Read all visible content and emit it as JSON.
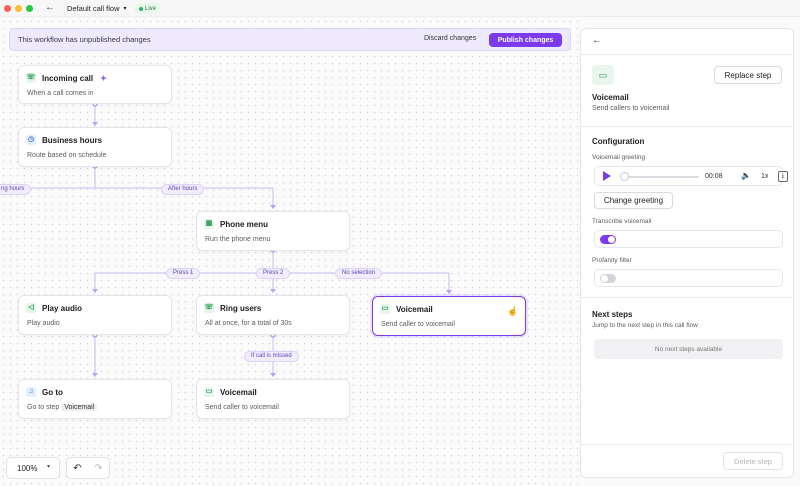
{
  "window": {
    "flow_name": "Default call flow",
    "flow_chevron": "▾",
    "status_badge": "Live",
    "back_icon": "←",
    "dot_colors": [
      "#ff5f57",
      "#febc2e",
      "#28c840"
    ]
  },
  "banner": {
    "message": "This workflow has unpublished changes",
    "discard_label": "Discard changes",
    "publish_label": "Publish changes"
  },
  "nodes": {
    "incoming": {
      "title": "Incoming call",
      "subtitle": "When a call comes in",
      "icon": "phone-incoming-icon",
      "glyph": "☏"
    },
    "hours": {
      "title": "Business hours",
      "subtitle": "Route based on schedule",
      "icon": "clock-icon",
      "glyph": "◷"
    },
    "menu": {
      "title": "Phone menu",
      "subtitle": "Run the phone menu",
      "icon": "keypad-icon",
      "glyph": "▦"
    },
    "play": {
      "title": "Play audio",
      "subtitle": "Play audio",
      "icon": "speaker-icon",
      "glyph": "◁"
    },
    "ring": {
      "title": "Ring users",
      "subtitle": "All at once, for a total of 30s",
      "icon": "phone-ring-icon",
      "glyph": "☏"
    },
    "voicemail_selected": {
      "title": "Voicemail",
      "subtitle": "Send caller to voicemail",
      "icon": "voicemail-icon",
      "glyph": "▭"
    },
    "goto": {
      "title": "Go to",
      "subtitle_prefix": "Go to step",
      "subtitle_chip": "Voicemail",
      "icon": "music-note-icon",
      "glyph": "♫"
    },
    "voicemail2": {
      "title": "Voicemail",
      "subtitle": "Send caller to voicemail",
      "icon": "voicemail-icon",
      "glyph": "▭"
    }
  },
  "edge_labels": {
    "during_hours": "ng hours",
    "after_hours": "After hours",
    "press1": "Press 1",
    "press2": "Press 2",
    "no_selection": "No selection",
    "missed": "If call is missed"
  },
  "canvas_controls": {
    "zoom": "100%",
    "zoom_chevron": "▾",
    "undo_icon": "↶",
    "redo_icon": "↷"
  },
  "panel": {
    "back_icon": "←",
    "step_title": "Voicemail",
    "step_subtitle": "Send callers to voicemail",
    "replace_label": "Replace step",
    "configuration_heading": "Configuration",
    "greeting_label": "Voicemail greeting",
    "audio_time": "00:08",
    "audio_progress": 0,
    "audio_speed": "1x",
    "volume_glyph": "🔈",
    "download_glyph": "⤓",
    "change_greeting_label": "Change greeting",
    "transcribe_label": "Transcribe voicemail",
    "transcribe_on": true,
    "profanity_label": "Profanity filter",
    "profanity_on": false,
    "next_steps_heading": "Next steps",
    "next_steps_sub": "Jump to the next step in this call flow",
    "no_steps": "No next steps available",
    "delete_label": "Delete step",
    "accent": "#7c3aed"
  }
}
